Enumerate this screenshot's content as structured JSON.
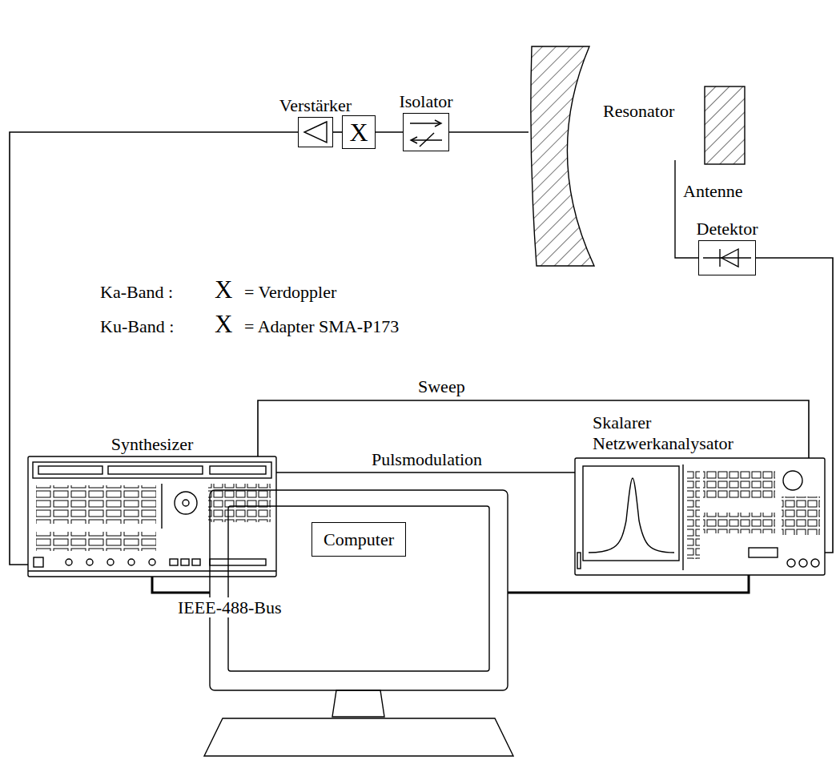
{
  "diagram": {
    "nodes": [
      {
        "text": [
          "Verstärker"
        ]
      },
      {
        "text": [
          "X"
        ]
      },
      {
        "text": [
          "Isolator"
        ]
      },
      {
        "text": [
          "Resonator"
        ]
      },
      {
        "text": [
          "Detektor"
        ]
      },
      {
        "text": [
          "Synthesizer"
        ]
      },
      {
        "text": [
          "Skalarer Netzwerkanalysator"
        ]
      },
      {
        "text": [
          "Computer"
        ]
      }
    ],
    "edges": [
      {
        "from": 5,
        "to": 0,
        "arrow": "none"
      },
      {
        "from": 0,
        "to": 1,
        "arrow": "none"
      },
      {
        "from": 1,
        "to": 2,
        "arrow": "none"
      },
      {
        "from": 2,
        "to": 3,
        "arrow": "none"
      },
      {
        "from": 4,
        "to": 6,
        "arrow": "none"
      },
      {
        "from": 5,
        "to": 6,
        "label": "Sweep",
        "arrow": "none"
      },
      {
        "from": 5,
        "to": 6,
        "label": "Pulsmodulation",
        "arrow": "none"
      },
      {
        "from": 5,
        "to": 7,
        "label": "IEEE-488-Bus",
        "arrow": "none"
      },
      {
        "from": 7,
        "to": 6,
        "arrow": "none"
      }
    ],
    "labels": [
      "Ka-Band :",
      "X",
      "= Verdoppler",
      "Ku-Band :",
      "X",
      "= Adapter SMA-P173",
      "Antenne"
    ]
  }
}
